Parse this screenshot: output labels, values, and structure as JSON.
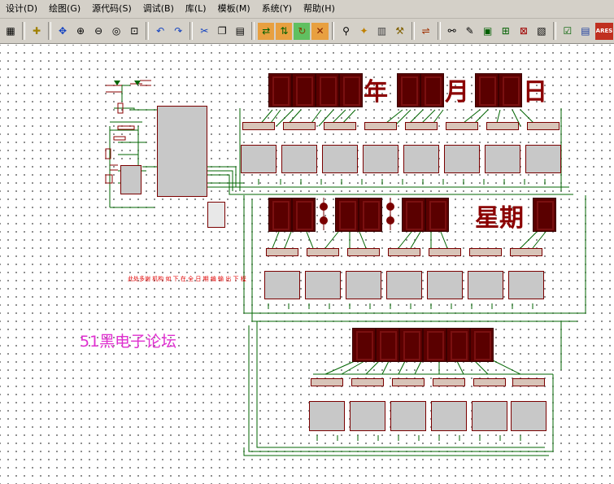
{
  "menu": {
    "items": [
      "设计(D)",
      "绘图(G)",
      "源代码(S)",
      "调试(B)",
      "库(L)",
      "模板(M)",
      "系统(Y)",
      "帮助(H)"
    ]
  },
  "toolbar": {
    "buttons": [
      "grid-icon",
      "origin-icon",
      "pan-icon",
      "zoom-in-icon",
      "zoom-out-icon",
      "zoom-all-icon",
      "zoom-area-icon",
      "undo-icon",
      "redo-icon",
      "cut-icon",
      "copy-icon",
      "paste-icon",
      "block-copy-icon",
      "block-move-icon",
      "block-rotate-icon",
      "block-delete-icon",
      "pick-device-icon",
      "make-device-icon",
      "packaging-icon",
      "decompose-icon",
      "wire-autoroute-icon",
      "search-tag-icon",
      "property-assign-icon",
      "new-sheet-icon",
      "remove-sheet-icon",
      "netlist-icon",
      "bill-icon",
      "electrical-check-icon",
      "ares-icon"
    ],
    "ares_label": "ARES"
  },
  "canvas": {
    "row1_labels": [
      "年",
      "月",
      "日"
    ],
    "row2_label": "星期",
    "watermark": "51黑电子论坛",
    "note": "此处多谢 机构 如 下 在 全 日 期 编 输 出 下 程"
  },
  "colors": {
    "segment_display": "#5a0000",
    "component_outline": "#7a0000",
    "wire": "#006400",
    "watermark": "#e030d0"
  }
}
